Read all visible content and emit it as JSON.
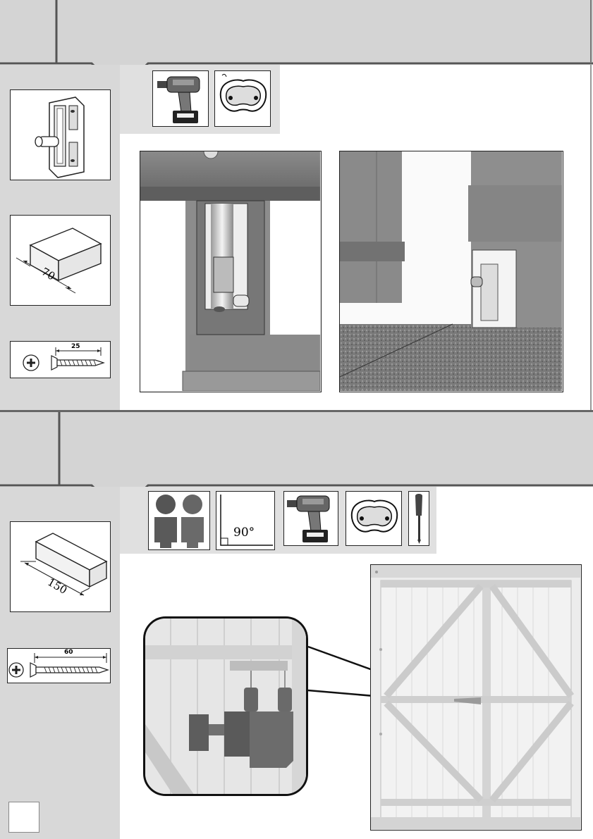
{
  "step1": {
    "parts": {
      "batten_length": "70",
      "screw_length": "25"
    }
  },
  "step2": {
    "tools": {
      "square_angle": "90°"
    },
    "parts": {
      "batten_length": "150",
      "screw_length": "60"
    }
  }
}
